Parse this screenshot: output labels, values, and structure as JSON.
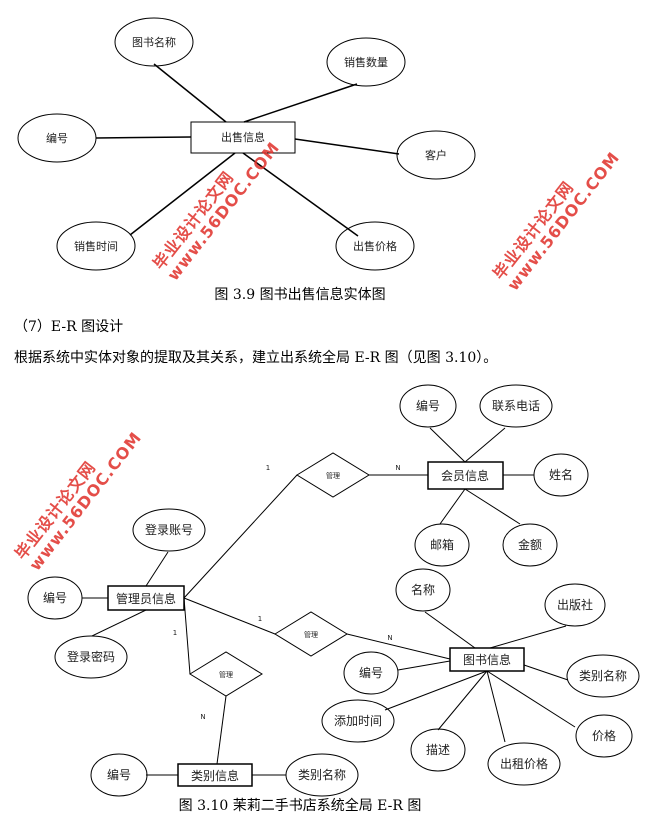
{
  "figure_3_9": {
    "entity": "出售信息",
    "attributes": [
      "图书名称",
      "销售数量",
      "编号",
      "客户",
      "销售时间",
      "出售价格"
    ],
    "caption": "图 3.9 图书出售信息实体图"
  },
  "section_heading": "（7）E-R 图设计",
  "paragraph": "根据系统中实体对象的提取及其关系，建立出系统全局 E-R 图（见图 3.10）。",
  "figure_3_10": {
    "entities": {
      "member": "会员信息",
      "admin": "管理员信息",
      "book": "图书信息",
      "category": "类别信息"
    },
    "member_attrs": [
      "编号",
      "联系电话",
      "姓名",
      "邮箱",
      "金额"
    ],
    "admin_attrs": [
      "登录账号",
      "编号",
      "登录密码"
    ],
    "book_attrs": [
      "名称",
      "出版社",
      "编号",
      "类别名称",
      "添加时间",
      "价格",
      "描述",
      "出租价格"
    ],
    "category_attrs": [
      "编号",
      "类别名称"
    ],
    "relations": [
      {
        "label": "管理",
        "from_card": "1",
        "to_card": "N"
      },
      {
        "label": "管理",
        "from_card": "1",
        "to_card": "N"
      },
      {
        "label": "管理",
        "from_card": "1",
        "to_card": "N"
      }
    ],
    "caption": "图 3.10 茉莉二手书店系统全局 E-R 图"
  },
  "watermark": {
    "line1": "毕业设计论文网",
    "line2": "www.56DOC.COM"
  }
}
